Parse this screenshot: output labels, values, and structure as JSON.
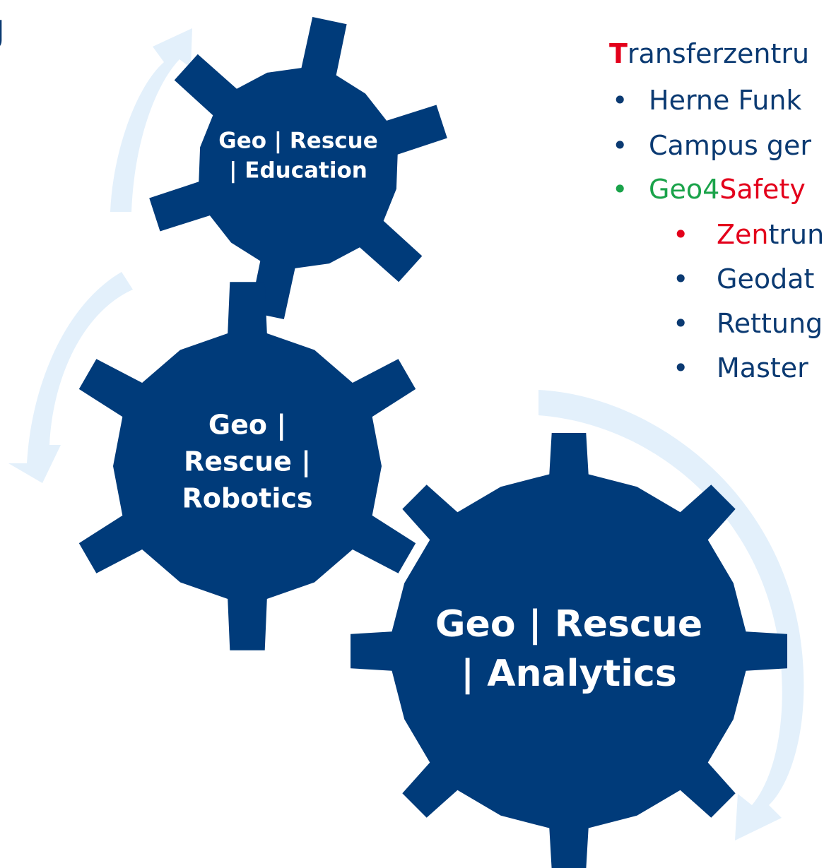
{
  "colors": {
    "gear": "#003B7A",
    "arrow": "#E3F0FB",
    "text_navy": "#0B3A72",
    "accent_red": "#E3001B",
    "accent_green": "#1AA34A"
  },
  "top_fragment": "J",
  "gears": {
    "small": {
      "label_lines": [
        "Geo | Rescue",
        "| Education"
      ]
    },
    "medium": {
      "label_lines": [
        "Geo |",
        "Rescue |",
        "Robotics"
      ]
    },
    "large": {
      "label_lines": [
        "Geo | Rescue",
        "| Analytics"
      ]
    }
  },
  "text_panel": {
    "heading": {
      "initial": "T",
      "rest": "ransferzentru"
    },
    "items": [
      {
        "bullet": "•",
        "text": "Herne Funk"
      },
      {
        "bullet": "•",
        "text": "Campus ger"
      },
      {
        "bullet": "•",
        "part1": "Geo4",
        "part2": "Safety"
      }
    ],
    "subitems": [
      {
        "bullet": "•",
        "part1": "Zen",
        "part2": "trun"
      },
      {
        "bullet": "•",
        "text": "Geodat"
      },
      {
        "bullet": "•",
        "text": "Rettung"
      },
      {
        "bullet": "•",
        "text": "Master"
      }
    ]
  },
  "icons": {
    "cycle_arrows": "circular-arrow-icon"
  }
}
